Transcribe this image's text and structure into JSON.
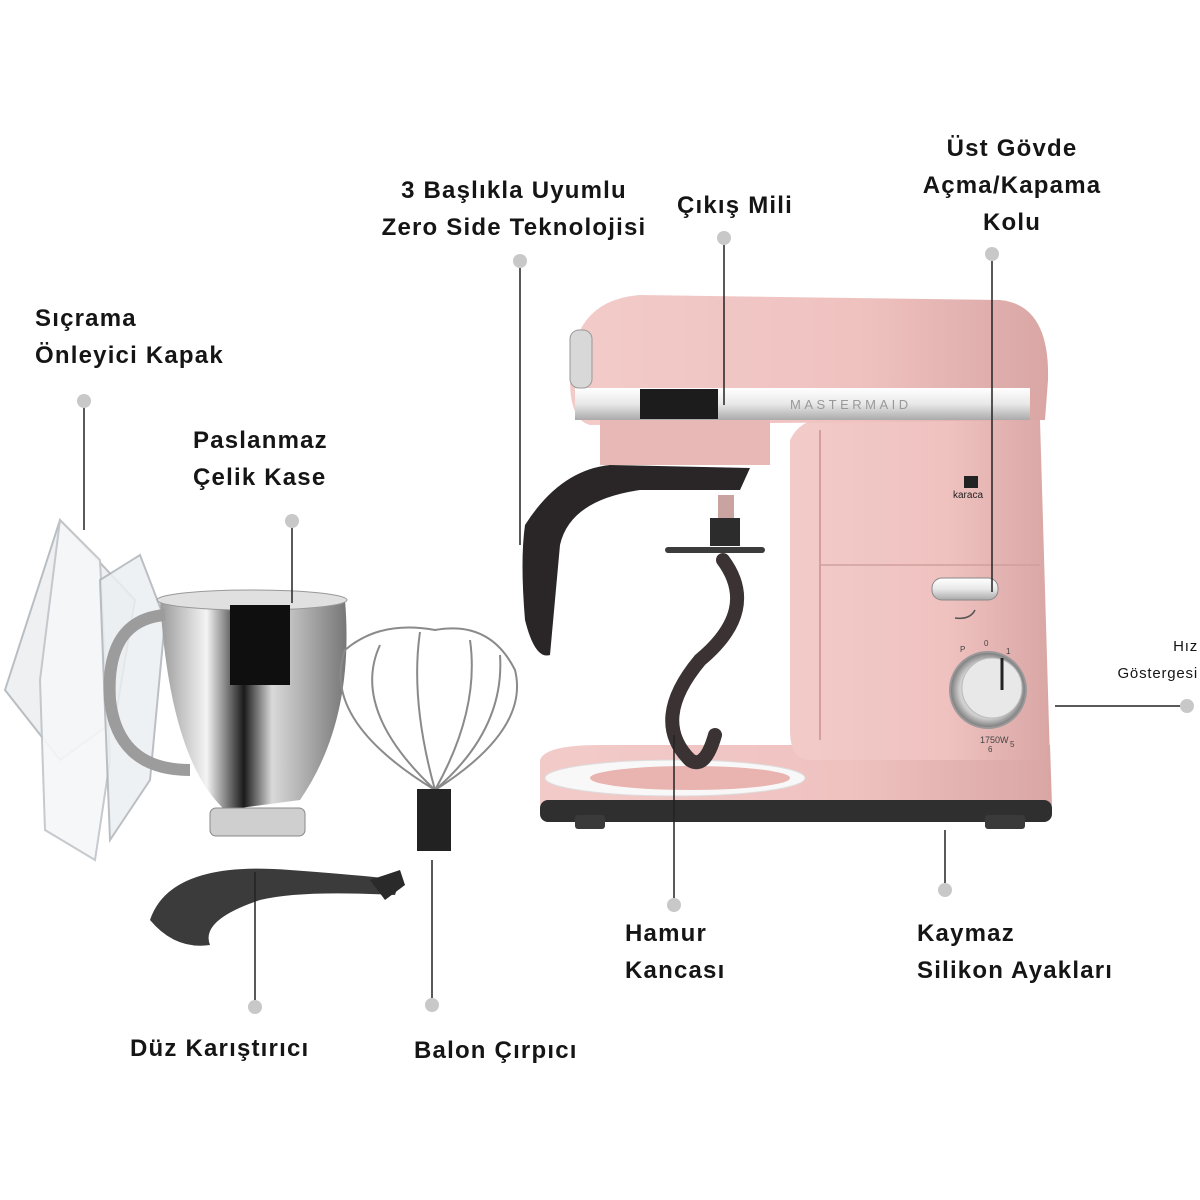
{
  "labels": {
    "splash_guard": [
      "Sıçrama",
      "Önleyici Kapak"
    ],
    "bowl": [
      "Paslanmaz",
      "Çelik Kase"
    ],
    "zero_side": [
      "3 Başlıkla Uyumlu",
      "Zero Side Teknolojisi"
    ],
    "output_shaft": [
      "Çıkış Mili"
    ],
    "head_lever": [
      "Üst Gövde",
      "Açma/Kapama",
      "Kolu"
    ],
    "speed_dial": [
      "Hız",
      "Göstergesi"
    ],
    "dough_hook": [
      "Hamur",
      "Kancası"
    ],
    "feet": [
      "Kaymaz",
      "Silikon Ayakları"
    ],
    "flat_beater": [
      "Düz Karıştırıcı"
    ],
    "whisk": [
      "Balon Çırpıcı"
    ]
  },
  "product": {
    "brand": "MASTERMAID",
    "maker_logo": "karaca",
    "power": "1750W",
    "dial_marks": [
      "P",
      "0",
      "1",
      "5",
      "6"
    ]
  },
  "colors": {
    "body": "#f0c4c2",
    "body_shadow": "#dca9a7",
    "dark": "#2e2a2b",
    "leader": "#222222",
    "dot": "#c8c8c8"
  }
}
